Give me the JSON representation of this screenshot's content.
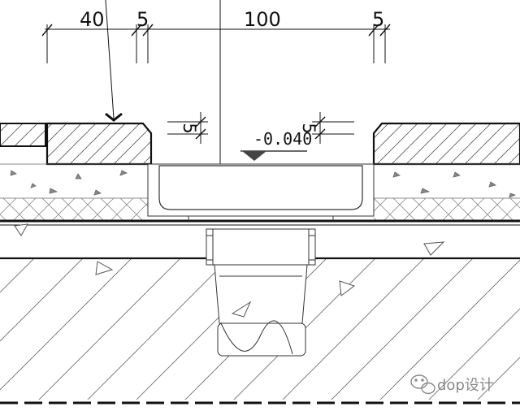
{
  "dimensions": {
    "top": [
      "40",
      "5",
      "100",
      "5"
    ],
    "side_left": "5",
    "side_right": "5"
  },
  "level": "-0.040",
  "watermark": "dop设计",
  "colors": {
    "line": "#111111",
    "thin": "#555555",
    "watermark": "#8a8a8a"
  },
  "icons": {
    "watermark_logo": "wechat-logo-icon"
  }
}
